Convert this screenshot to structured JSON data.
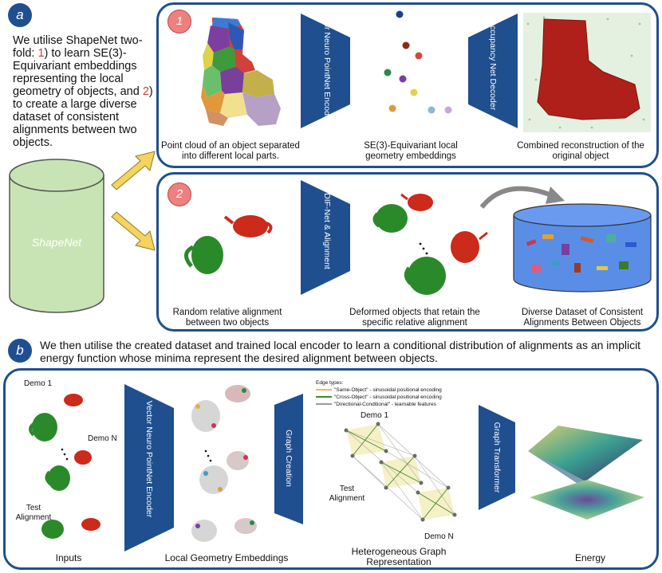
{
  "section_a": {
    "badge": "a",
    "intro_pre": "We utilise ShapeNet two-fold: ",
    "n1": "1",
    "intro_mid": ") to learn SE(3)-Equivariant embeddings representing the local geometry of objects, and ",
    "n2": "2",
    "intro_post": ") to create a large diverse dataset of consistent alignments between two objects.",
    "shapenet_label": "ShapeNet",
    "panel1": {
      "number": "1",
      "encoder_label": "Vector Neuro PointNet Encoder",
      "decoder_label": "Occupancy Net Decoder",
      "caption_left": "Point cloud of an object separated into different local parts.",
      "caption_mid": "SE(3)-Equivariant local geometry embeddings",
      "caption_right": "Combined reconstruction of the original object"
    },
    "panel2": {
      "number": "2",
      "network_label": "DIF-Net & Alignment",
      "caption_left": "Random relative alignment between two objects",
      "caption_mid": "Deformed objects that retain the specific relative alignment",
      "caption_right": "Diverse Dataset of Consistent Alignments Between Objects"
    }
  },
  "section_b": {
    "badge": "b",
    "text": "We then utilise the created dataset and trained local encoder to learn a conditional distribution of alignments as an implicit energy function whose minima represent the desired alignment between objects.",
    "demo_1": "Demo 1",
    "demo_n": "Demo N",
    "test_alignment": "Test Alignment",
    "encoder_label": "Vector Neuro PointNet Encoder",
    "graph_creation_label": "Graph Creation",
    "graph_transformer_label": "Graph Transformer",
    "edge_types_title": "Edge types:",
    "edge_types": [
      {
        "color": "#e8c040",
        "label": "\"Same-Object\" - sinusoidal positional encoding"
      },
      {
        "color": "#3b8a2e",
        "label": "\"Cross-Object\" - sinusoidal positional encoding"
      },
      {
        "color": "#9a9a9a",
        "label": "\"Directional-Conditional\" - learnable features"
      }
    ],
    "captions": {
      "inputs": "Inputs",
      "local": "Local Geometry Embeddings",
      "graph": "Heterogeneous Graph Representation",
      "energy": "Energy"
    }
  },
  "colors": {
    "panel_border": "#1f4f8f",
    "trapezoid": "#1f4f8f",
    "arrow": "#f4d35e",
    "cylinder": "#c9e4b4",
    "number_badge": "#ee8080"
  }
}
